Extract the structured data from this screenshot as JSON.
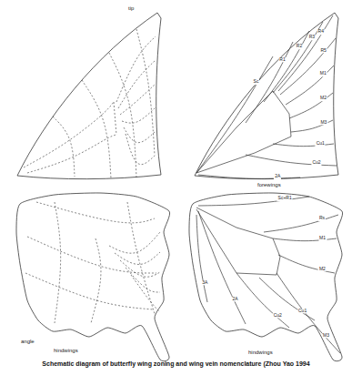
{
  "diagram": {
    "caption": "Schematic diagram of butterfly wing zoning and wing vein nomenclature (Zhou Yao 1994",
    "labels": [
      "tip",
      "forewings",
      "angle",
      "hindwings",
      "hindwings",
      "Sc",
      "R1",
      "R2",
      "R3",
      "R4",
      "R5",
      "M1",
      "M2",
      "M3",
      "Cu1",
      "Cu2",
      "2A",
      "Sc+R1",
      "Rs",
      "M1",
      "M2",
      "M3",
      "Cu1",
      "Cu2",
      "2A",
      "3A"
    ]
  }
}
